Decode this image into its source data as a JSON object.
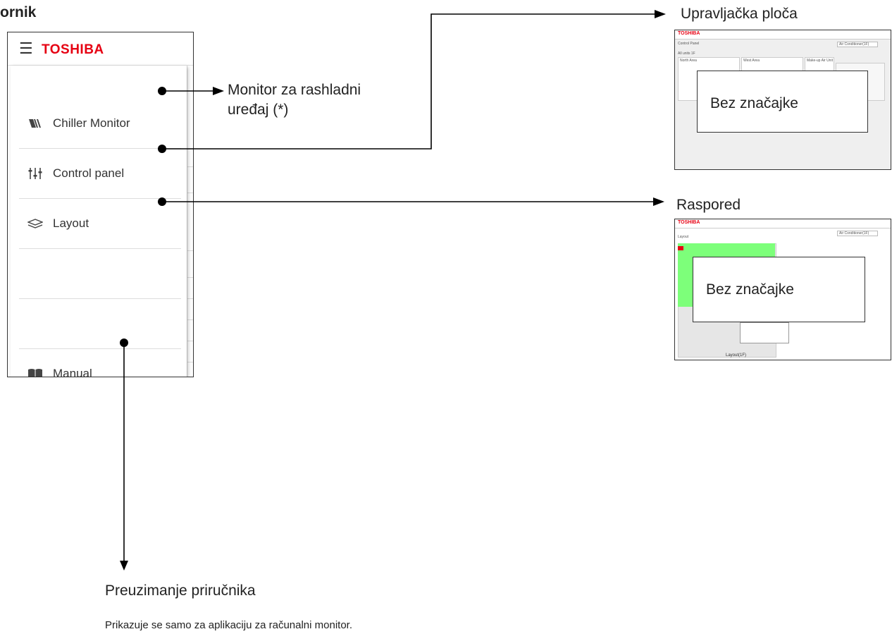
{
  "heading": "ornik",
  "menu": {
    "logo": "TOSHIBA",
    "items": [
      {
        "label": "Chiller Monitor",
        "icon": "chiller-icon"
      },
      {
        "label": "Control panel",
        "icon": "sliders-icon"
      },
      {
        "label": "Layout",
        "icon": "layers-icon"
      },
      {
        "label": "Manual",
        "icon": "book-icon"
      }
    ]
  },
  "callouts": {
    "chiller_line1": "Monitor za rashladni",
    "chiller_line2": "uređaj (*)",
    "control_panel_title": "Upravljačka ploča",
    "layout_title": "Raspored",
    "manual_title": "Preuzimanje priručnika",
    "manual_note": "Prikazuje se samo za aplikaciju za računalni monitor.",
    "no_feature_1": "Bez značajke",
    "no_feature_2": "Bez značajke"
  },
  "thumb_control": {
    "logo": "TOSHIBA",
    "page": "Control Panel",
    "select": "Air Conditioner(1F)",
    "tabs": "All units   1F",
    "areas": [
      "North Area",
      "West Area",
      "Make-up Air Unit"
    ]
  },
  "thumb_layout": {
    "logo": "TOSHIBA",
    "page": "Layout",
    "select": "Air Conditioner(1F)",
    "caption": "Layout(1F)"
  },
  "colors": {
    "brand": "#e60012",
    "layout_green": "#7dff7a"
  }
}
